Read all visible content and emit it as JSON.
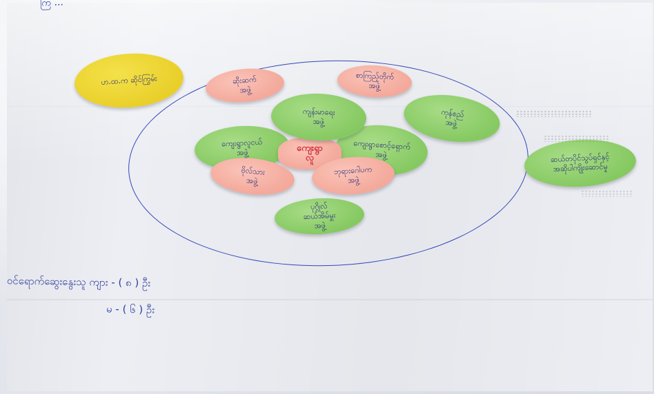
{
  "photo": {
    "top_scribble": "ကြ  ...",
    "notes": {
      "outside_yellow": "ဟ.ထ.က ဆိုင်ကြွမ်း",
      "outside_right": "ဆယ်တပိုင်သွပ်ရှင်နှင့်\nအဆိုပါကျိုးဆောင်မှု",
      "top_pink_left": "ဆိုးဆက်\nအဖွဲ့",
      "top_pink_right": "စာကြည့်တိုက်\nအဖွဲ့",
      "green_top": "ကျန်းမာရေး\nအဖွဲ့",
      "green_right_top": "ကုန်စည်\nအဖွဲ့",
      "green_left": "ကျေးရွာလူငယ်\nအဖွဲ့",
      "green_right": "ကျေးရွာစောင့်ရှောက်\nအဖွဲ့",
      "center": "ကျေးရွာ\nလူ",
      "pink_left_low": "ဗိုလ်သား\nအဖွဲ့",
      "pink_right_low": "ဘုရားဂေါပက\nအဖွဲ့",
      "green_bottom": "ပုဂ္ဂိုလ်\nဆယ်အိမ်မှူး\nအဖွဲ့"
    },
    "handwriting": {
      "line1": "ဝင်ရောက်ဆွေးနွေးသူ ကျား - ( ၈ ) ဦး",
      "line2": "မ   -   ( ၆ ) ဦး"
    },
    "colors": {
      "green_note": "#8fd06c",
      "pink_note": "#f5b1a3",
      "yellow_note": "#eed634",
      "ink": "#2e3c9c",
      "circle": "#3344b8"
    }
  }
}
